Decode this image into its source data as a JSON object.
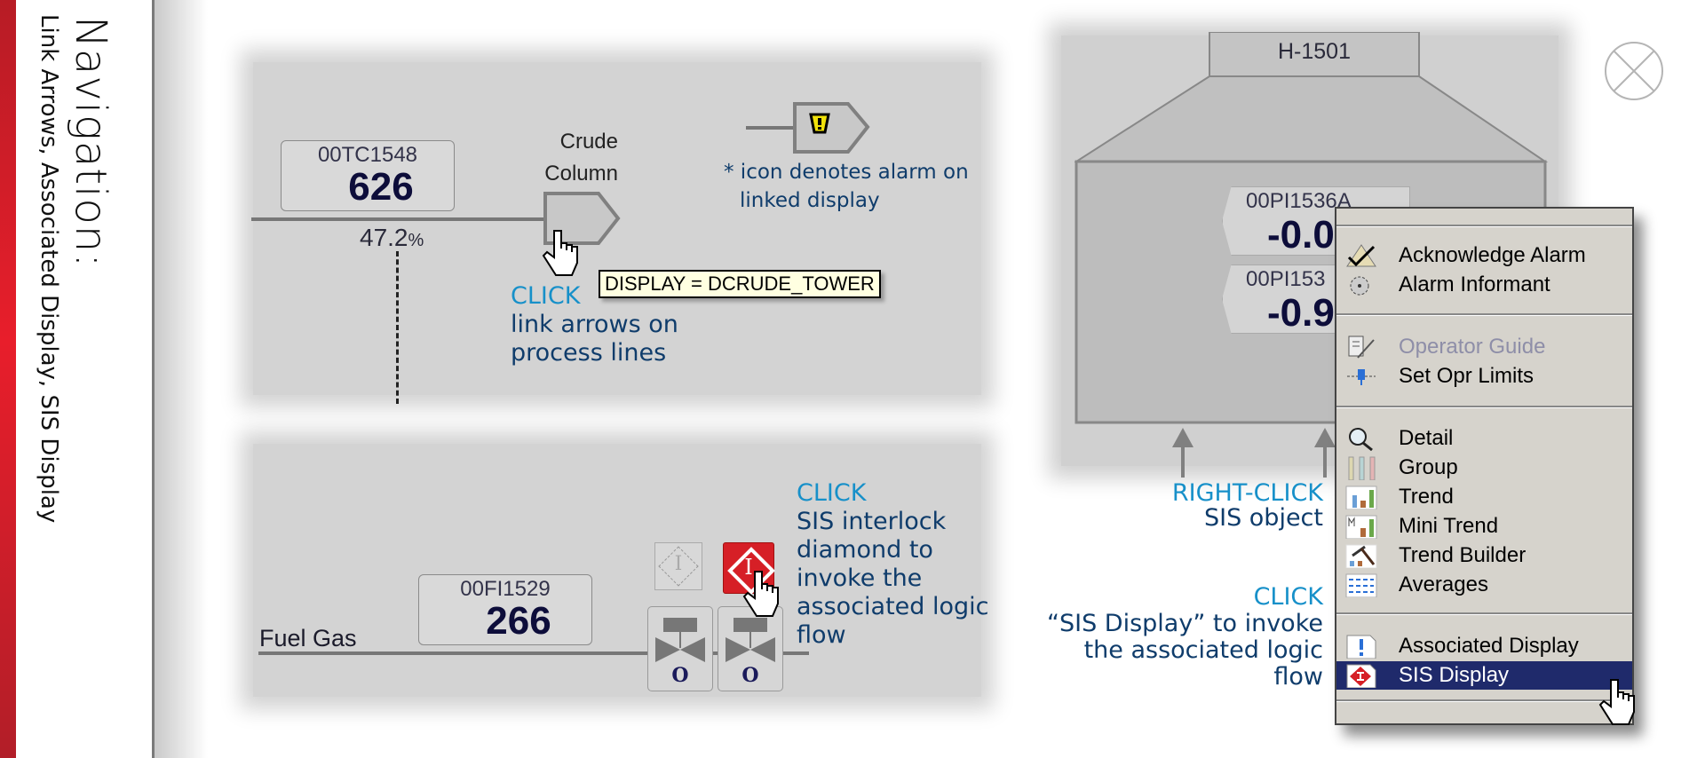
{
  "sidebar": {
    "title": "Navigation:",
    "subtitle": "Link Arrows, Associated Display, SIS Display",
    "accent_color": "#e81e2b"
  },
  "panel_link_arrows": {
    "tag": {
      "name": "00TC1548",
      "value": "626",
      "output": "47.2",
      "output_unit": "%"
    },
    "destination_label_line1": "Crude",
    "destination_label_line2": "Column",
    "tooltip": "DISPLAY = DCRUDE_TOWER",
    "alarm_note_line1": "* icon denotes alarm on",
    "alarm_note_line2": "linked display",
    "instruction_action": "CLICK",
    "instruction_line1": "link arrows on",
    "instruction_line2": "process lines"
  },
  "panel_sis_interlock": {
    "line_label": "Fuel Gas",
    "tag": {
      "name": "00FI1529",
      "value": "266"
    },
    "interlock_inactive_label": "I",
    "interlock_active_label": "I",
    "valve1_state": "O",
    "valve2_state": "O",
    "instruction_action": "CLICK",
    "instruction_lines": [
      "SIS interlock",
      "diamond to",
      "invoke the",
      "associated logic",
      "flow"
    ]
  },
  "panel_heater": {
    "equipment_name": "H-1501",
    "tag1": {
      "name": "00PI1536A",
      "value": "-0.0"
    },
    "tag2": {
      "name": "00PI153",
      "value": "-0.9"
    },
    "right_click_action": "RIGHT-CLICK",
    "right_click_target": "SIS object",
    "click_action": "CLICK",
    "click_lines": [
      "“SIS Display” to invoke",
      "the associated logic",
      "flow"
    ]
  },
  "context_menu": {
    "items": [
      {
        "label": "Acknowledge Alarm",
        "icon": "acknowledge-alarm-icon",
        "enabled": true
      },
      {
        "label": "Alarm Informant",
        "icon": "alarm-informant-icon",
        "enabled": true
      },
      {
        "label": "Operator Guide",
        "icon": "operator-guide-icon",
        "enabled": false
      },
      {
        "label": "Set Opr Limits",
        "icon": "set-limits-icon",
        "enabled": true
      },
      {
        "label": "Detail",
        "icon": "magnifier-icon",
        "enabled": true
      },
      {
        "label": "Group",
        "icon": "group-icon",
        "enabled": true
      },
      {
        "label": "Trend",
        "icon": "trend-icon",
        "enabled": true
      },
      {
        "label": "Mini Trend",
        "icon": "mini-trend-icon",
        "enabled": true
      },
      {
        "label": "Trend Builder",
        "icon": "trend-builder-icon",
        "enabled": true
      },
      {
        "label": "Averages",
        "icon": "averages-icon",
        "enabled": true
      },
      {
        "label": "Associated Display",
        "icon": "associated-display-icon",
        "enabled": true
      },
      {
        "label": "SIS Display",
        "icon": "sis-display-icon",
        "enabled": true,
        "selected": true
      }
    ],
    "highlight_color": "#1f2a6b"
  },
  "close_button": {
    "icon": "close-icon"
  }
}
